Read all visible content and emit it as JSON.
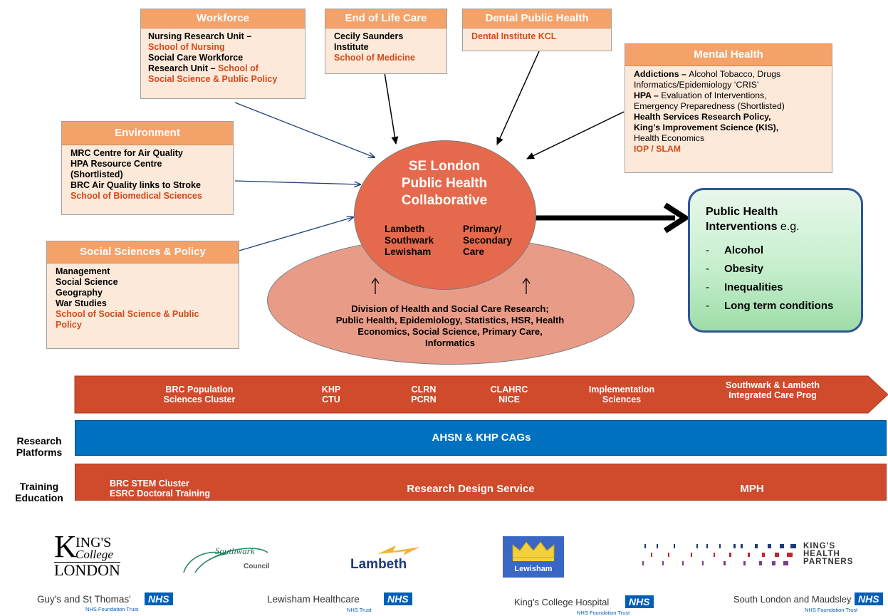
{
  "boxes": {
    "workforce": {
      "title": "Workforce",
      "l1": "Nursing Research Unit –",
      "l2": "School of Nursing",
      "l3": "Social Care Workforce",
      "l4a": "Research Unit – ",
      "l4b": "School of",
      "l5": "Social Science & Public Policy"
    },
    "end_of_life": {
      "title": "End of Life Care",
      "l1": "Cecily Saunders",
      "l2": "Institute",
      "l3": "School of Medicine"
    },
    "dental": {
      "title": "Dental Public Health",
      "l1": "Dental Institute KCL"
    },
    "mental": {
      "title": "Mental Health",
      "l1a": "Addictions – ",
      "l1b": " Alcohol Tobacco, Drugs",
      "l2": "Informatics/Epidemiology ‘CRIS’",
      "l3a": "HPA – ",
      "l3b": " Evaluation of Interventions,",
      "l4": "Emergency Preparedness (Shortlisted)",
      "l5": "Health Services Research Policy,",
      "l6": "King’s Improvement Science (KIS),",
      "l7": "Health Economics",
      "l8": "IOP / SLAM"
    },
    "environment": {
      "title": "Environment",
      "l1": "MRC Centre for Air Quality",
      "l2": "HPA Resource Centre",
      "l3": "(Shortlisted)",
      "l4": "BRC Air Quality links to Stroke",
      "l5": "School of Biomedical Sciences"
    },
    "social": {
      "title": "Social Sciences & Policy",
      "l1": "Management",
      "l2": "Social Science",
      "l3": "Geography",
      "l4": "War Studies",
      "l5": "School of Social Science & Public",
      "l6": "Policy"
    }
  },
  "centre": {
    "l1": "SE  London",
    "l2": "Public Health",
    "l3": "Collaborative",
    "boroughs": [
      "Lambeth",
      "Southwark",
      "Lewisham"
    ],
    "care": [
      "Primary/",
      "Secondary",
      "Care"
    ]
  },
  "division": {
    "l1": "Division of Health and Social Care Research;",
    "l2": "Public Health, Epidemiology, Statistics, HSR, Health",
    "l3": "Economics, Social Science,  Primary Care,",
    "l4": "Informatics"
  },
  "interventions": {
    "title1": "Public Health",
    "title2": "Interventions",
    "title_suffix": " e.g.",
    "items": [
      "Alcohol",
      "Obesity",
      "Inequalities",
      "Long term conditions"
    ],
    "bullet": "-"
  },
  "bands": {
    "top": {
      "items": [
        [
          "BRC Population",
          "Sciences Cluster"
        ],
        [
          "KHP",
          "CTU"
        ],
        [
          "CLRN",
          "PCRN"
        ],
        [
          "CLAHRC",
          "NICE"
        ],
        [
          "Implementation",
          "Sciences"
        ],
        [
          "Southwark & Lambeth",
          "Integrated Care Prog"
        ]
      ]
    },
    "middle": {
      "label": "AHSN & KHP CAGs"
    },
    "bottom": {
      "left1": "BRC STEM Cluster",
      "left2": "ESRC Doctoral Training",
      "centre": "Research Design Service",
      "right": "MPH"
    }
  },
  "side_labels": {
    "research": [
      "Research",
      "Platforms"
    ],
    "training": [
      "Training",
      "Education"
    ]
  },
  "logos": {
    "kings_college": {
      "k": "K",
      "ings": "ING'S",
      "college": "College",
      "london": "LONDON"
    },
    "southwark": {
      "name": "Southwark",
      "council": "Council"
    },
    "lambeth": {
      "name": "Lambeth"
    },
    "lewisham": {
      "name": "Lewisham"
    },
    "khp": {
      "l1": "KING'S",
      "l2": "HEALTH",
      "l3": "PARTNERS"
    },
    "trusts": [
      {
        "name": "Guy's and St Thomas'",
        "nhs": "NHS",
        "sub": "NHS Foundation Trust"
      },
      {
        "name": "Lewisham Healthcare",
        "nhs": "NHS",
        "sub": "NHS Trust"
      },
      {
        "name": "King's College Hospital",
        "nhs": "NHS",
        "sub": "NHS Foundation Trust"
      },
      {
        "name": "South London and Maudsley",
        "nhs": "NHS",
        "sub": "NHS Foundation Trust"
      }
    ]
  },
  "colors": {
    "box_fill": "#fde9d9",
    "box_header": "#f4a26a",
    "accent_orange": "#d24a1a",
    "centre": "#e56a4d",
    "outer": "#e89c88",
    "band_red": "#d04a2c",
    "band_blue": "#0070c0",
    "intervention_green": "#c6efce",
    "nhs_blue": "#005eb8"
  }
}
